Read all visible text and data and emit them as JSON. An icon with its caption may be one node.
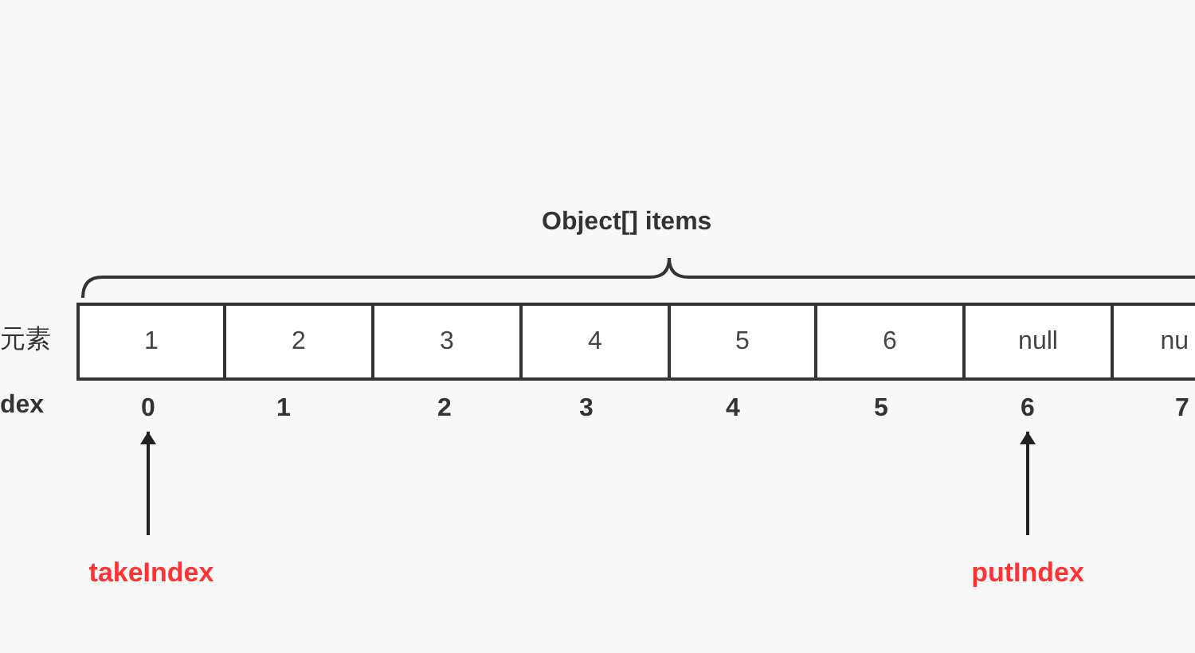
{
  "diagram": {
    "nodes": [
      {
        "text": [
          "1"
        ]
      },
      {
        "text": [
          "2"
        ]
      },
      {
        "text": [
          "3"
        ]
      },
      {
        "text": [
          "4"
        ]
      },
      {
        "text": [
          "5"
        ]
      },
      {
        "text": [
          "6"
        ]
      },
      {
        "text": [
          "null"
        ]
      },
      {
        "text": [
          "nu"
        ]
      },
      {
        "text": [
          "0"
        ]
      },
      {
        "text": [
          "1"
        ]
      },
      {
        "text": [
          "2"
        ]
      },
      {
        "text": [
          "3"
        ]
      },
      {
        "text": [
          "4"
        ]
      },
      {
        "text": [
          "5"
        ]
      },
      {
        "text": [
          "6"
        ]
      },
      {
        "text": [
          "7"
        ]
      },
      {
        "text": [
          "takeIndex"
        ]
      },
      {
        "text": [
          "putIndex"
        ]
      }
    ],
    "edges": [
      {
        "from": 16,
        "to": 8,
        "arrow": "to"
      },
      {
        "from": 17,
        "to": 14,
        "arrow": "to"
      }
    ],
    "labels": [
      "Object[] items",
      "元素",
      "dex"
    ]
  }
}
